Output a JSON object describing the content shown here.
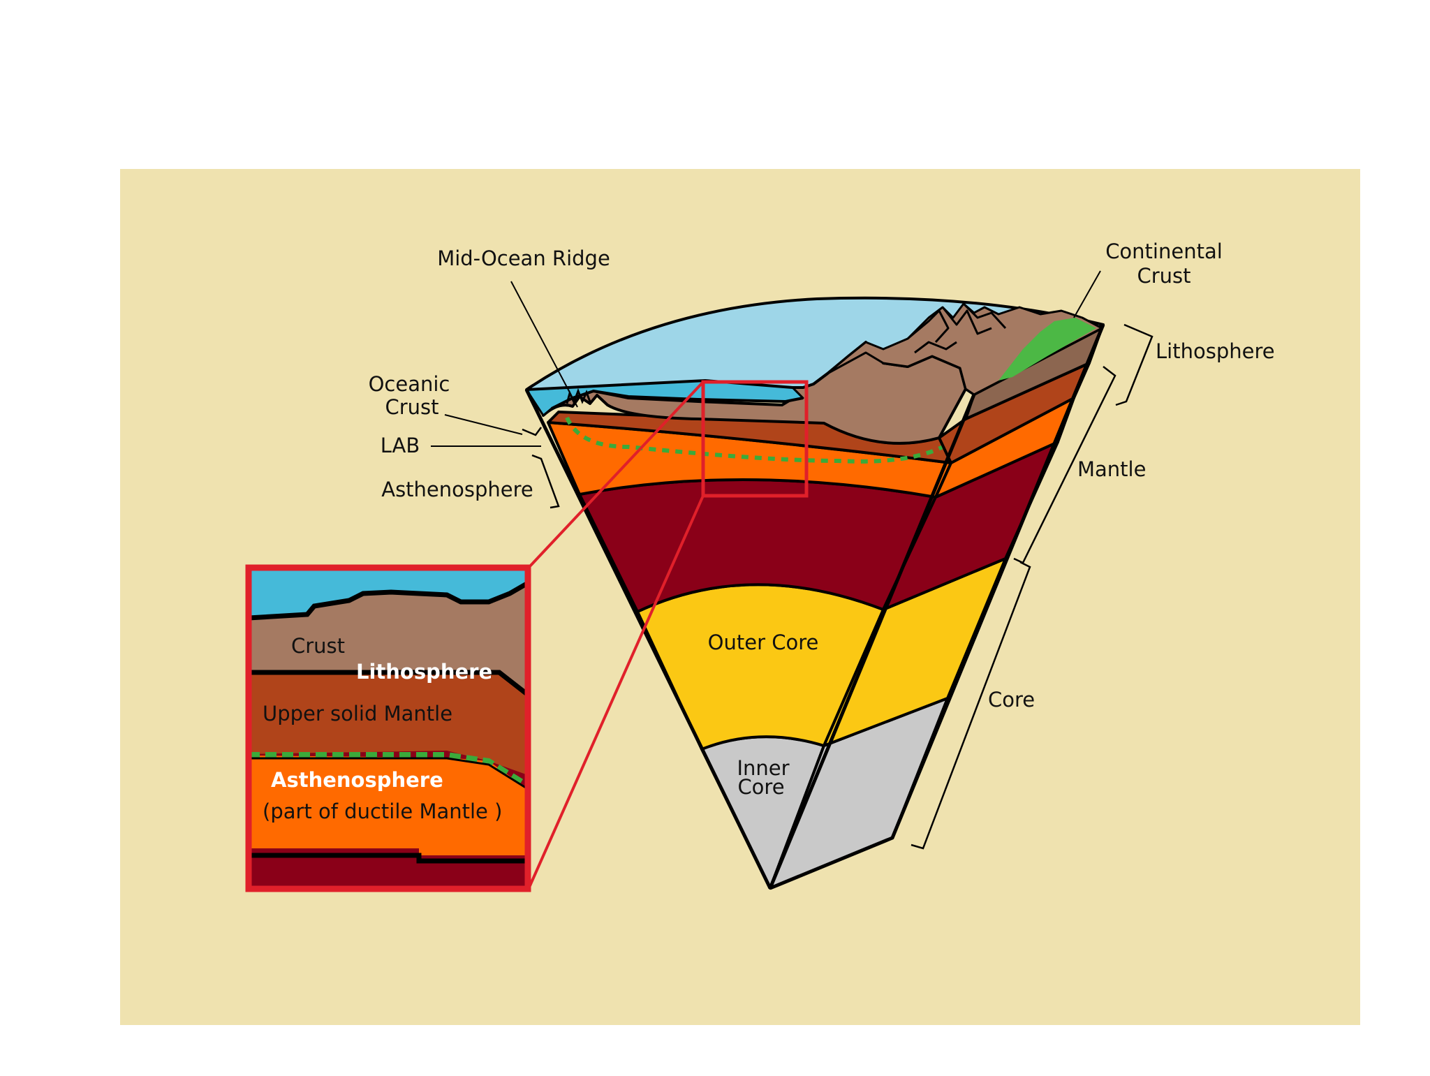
{
  "colors": {
    "panel": "#EFE2AF",
    "ocean": "#9ED6E8",
    "ocean_inset": "#45BAD9",
    "crust": "#A57A62",
    "crust_dark": "#8C6650",
    "upper_mantle": "#B0441A",
    "asthenosphere": "#FF6A00",
    "lower_mantle": "#8A0018",
    "outer_core": "#FBC814",
    "inner_core": "#C9C9C9",
    "vegetation": "#4CB845",
    "lab_dash": "#3BAA3B",
    "highlight": "#E0202A",
    "line": "#000000",
    "label": "#111111",
    "inset_white_text": "#FFFFFF"
  },
  "labels": {
    "mid_ocean_ridge": "Mid-Ocean Ridge",
    "continental_crust": [
      "Continental",
      "Crust"
    ],
    "oceanic_crust": [
      "Oceanic",
      "Crust"
    ],
    "lab": "LAB",
    "asthenosphere": "Asthenosphere",
    "lithosphere": "Lithosphere",
    "mantle": "Mantle",
    "core": "Core",
    "outer_core": "Outer Core",
    "inner_core": [
      "Inner",
      "Core"
    ]
  },
  "inset": {
    "crust": "Crust",
    "lithosphere": "Lithosphere",
    "upper_solid_mantle": "Upper solid Mantle",
    "asthenosphere": "Asthenosphere",
    "ductile_note": "(part of ductile Mantle )"
  }
}
